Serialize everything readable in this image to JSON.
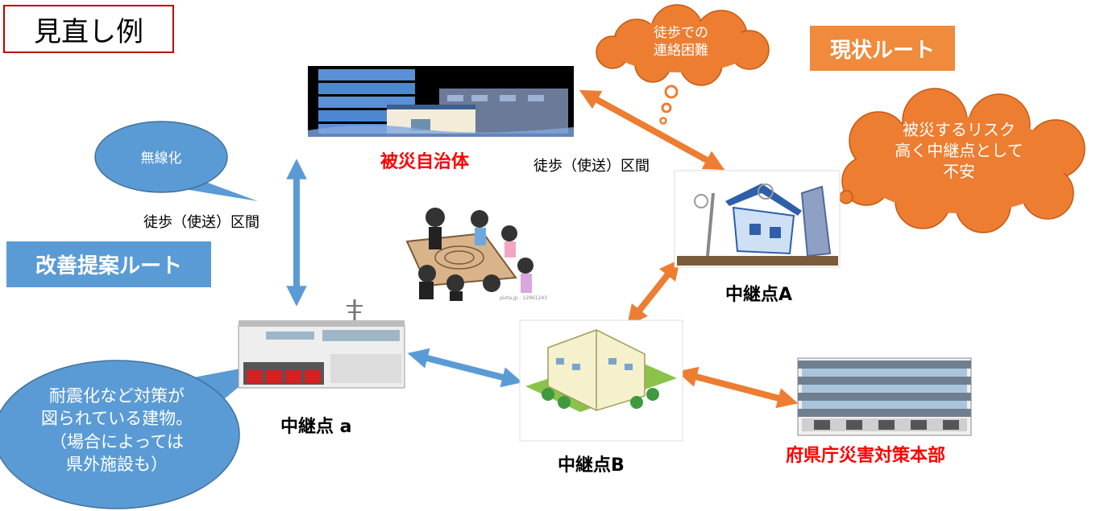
{
  "title": "見直し例",
  "route_labels": {
    "current": "現状ルート",
    "improved": "改善提案ルート"
  },
  "nodes": {
    "affected_municipality": "被災自治体",
    "relay_A": "中継点A",
    "relay_a": "中継点 a",
    "relay_B": "中継点B",
    "prefecture_hq": "府県庁災害対策本部"
  },
  "segment_labels": {
    "walk_upper": "徒歩（使送）区間",
    "walk_left": "徒歩（使送）区間"
  },
  "callouts": {
    "walk_difficult": [
      "徒歩での",
      "連絡困難"
    ],
    "risk": [
      "被災するリスク",
      "高く中継点として",
      "不安"
    ],
    "wireless": "無線化",
    "earthquake": [
      "耐震化など対策が",
      "図られている建物。",
      "（場合によっては",
      "県外施設も）"
    ]
  },
  "image_watermark": "pixta.jp - 12961243",
  "colors": {
    "orange": "#ed7d31",
    "blue": "#5b9bd5",
    "red": "#ff0000"
  }
}
